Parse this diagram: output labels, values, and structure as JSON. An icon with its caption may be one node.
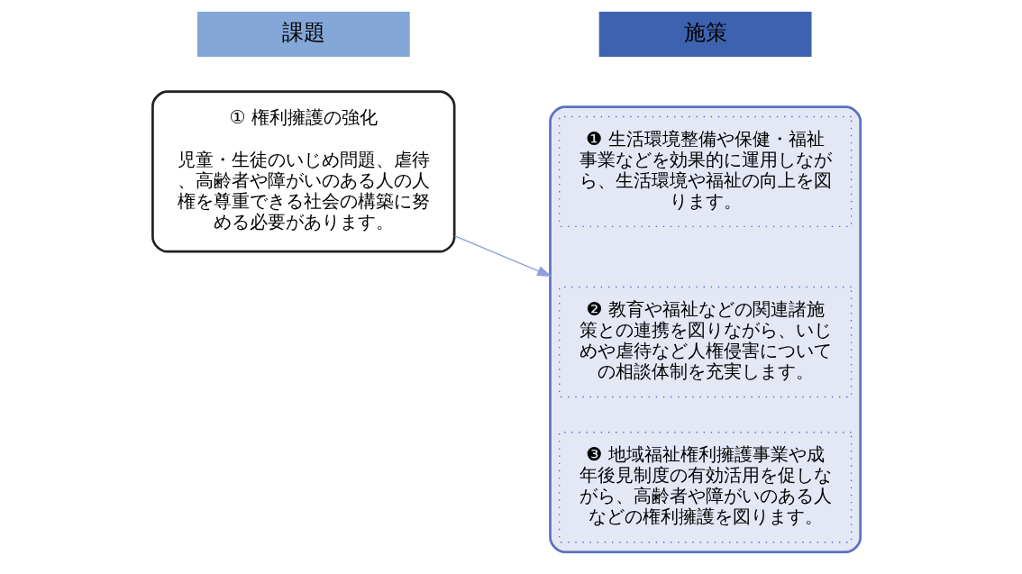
{
  "diagram": {
    "nodes": [
      {
        "text": [
          "課題"
        ]
      },
      {
        "text": [
          "施策"
        ]
      },
      {
        "text": [
          "① 権利擁護の強化",
          "児童・生徒のいじめ問題、虐待、高齢者や障がいのある人の人権を尊重できる社会の構築に努める必要があります。"
        ]
      },
      {
        "text": [],
        "shape": "box"
      },
      {
        "text": [
          "❶ 生活環境整備や保健・福祉事業などを効果的に運用しながら、生活環境や福祉の向上を図ります。"
        ],
        "in": 3
      },
      {
        "text": [
          "❷ 教育や福祉などの関連諸施策との連携を図りながら、いじめや虐待など人権侵害についての相談体制を充実します。"
        ],
        "in": 3
      },
      {
        "text": [
          "❸ 地域福祉権利擁護事業や成年後見制度の有効活用を促しながら、高齢者や障がいのある人などの権利擁護を図ります。"
        ],
        "in": 3
      }
    ],
    "edges": [
      {
        "from": 2,
        "to": 3,
        "arrow": "to"
      }
    ]
  }
}
